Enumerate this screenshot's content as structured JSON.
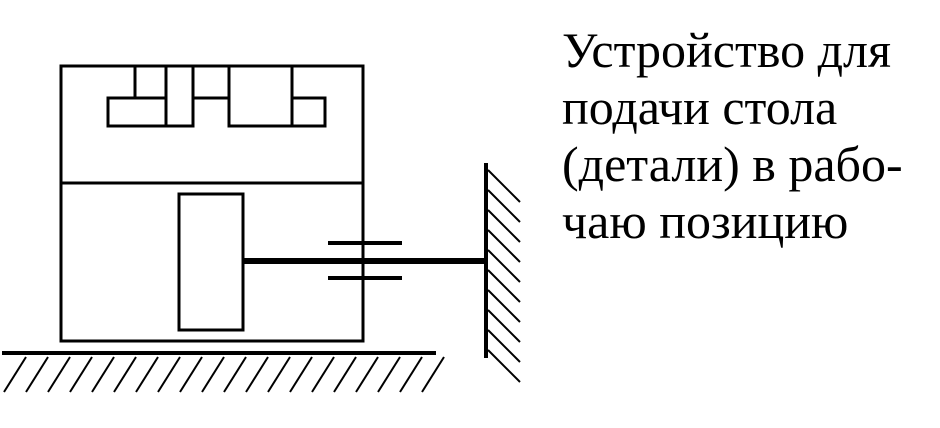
{
  "caption": {
    "lines": [
      "Устройство для",
      "подачи стола",
      "(детали) в рабо-",
      "чаю позицию"
    ]
  },
  "colors": {
    "stroke": "#000000",
    "background": "#ffffff"
  }
}
